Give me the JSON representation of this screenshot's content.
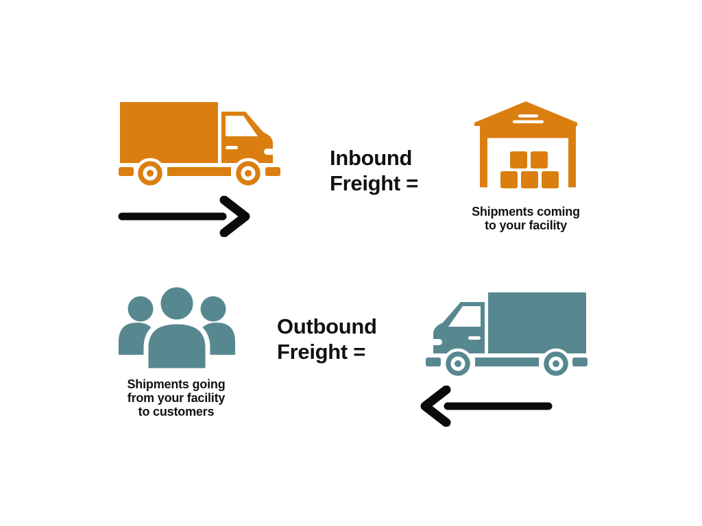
{
  "colors": {
    "orange": "#DB7E10",
    "teal": "#578890",
    "text": "#111111",
    "arrow": "#0A0A0A",
    "bg": "#FFFFFF"
  },
  "inbound": {
    "heading_line1": "Inbound",
    "heading_line2": "Freight =",
    "caption_line1": "Shipments coming",
    "caption_line2": "to your facility",
    "truck_icon": "delivery-truck-facing-right",
    "warehouse_icon": "warehouse-with-boxes",
    "arrow_icon": "arrow-pointing-right"
  },
  "outbound": {
    "heading_line1": "Outbound",
    "heading_line2": "Freight =",
    "caption_line1": "Shipments going",
    "caption_line2": "from your facility",
    "caption_line3": "to customers",
    "people_icon": "customers-group",
    "truck_icon": "delivery-truck-facing-left",
    "arrow_icon": "arrow-pointing-left"
  }
}
